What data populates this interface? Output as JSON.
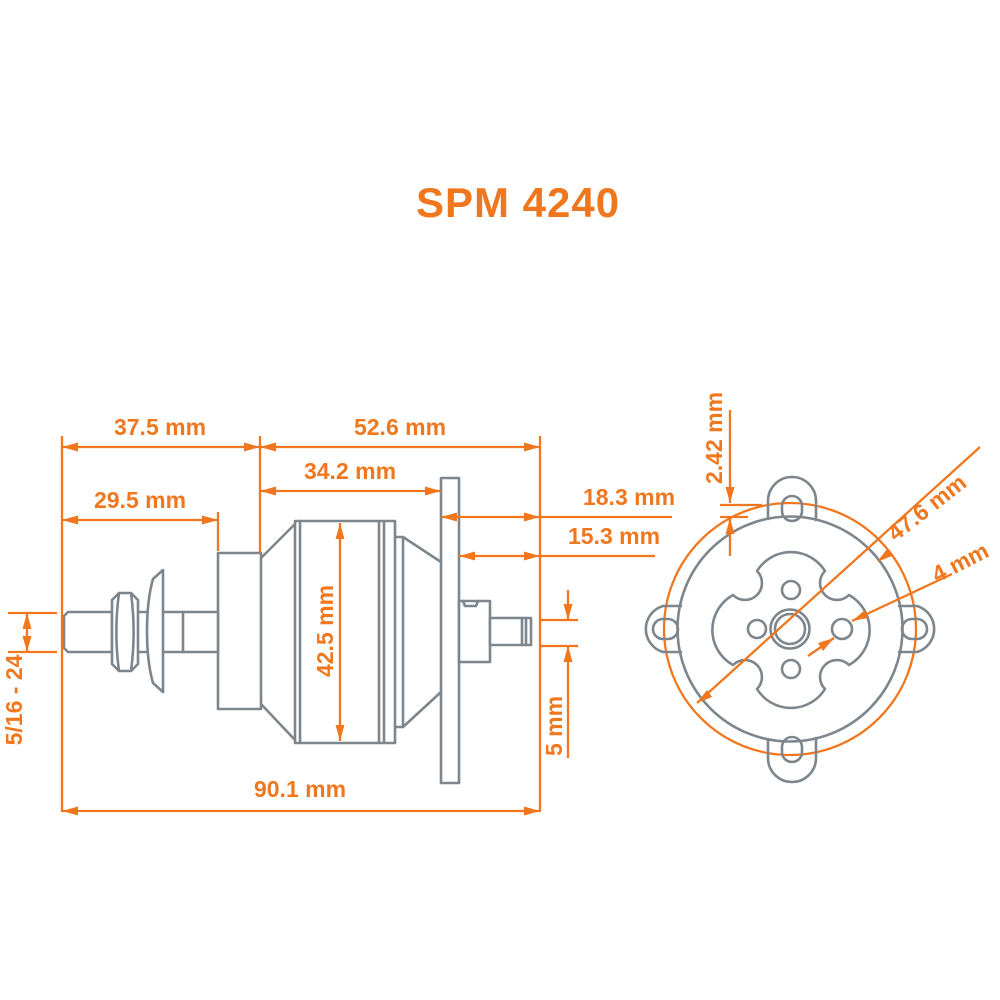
{
  "title": "SPM 4240",
  "colors": {
    "accent_orange": "#F1771F",
    "drawing_gray": "#7D868D",
    "background": "#FFFFFF"
  },
  "side_view": {
    "dims": {
      "front_assembly": "37.5 mm",
      "motor_body": "52.6 mm",
      "bell_length": "34.2 mm",
      "front_shaft": "29.5 mm",
      "rear_overall": "18.3 mm",
      "rear_shaft": "15.3 mm",
      "bell_diameter": "42.5 mm",
      "rear_shaft_diameter": "5 mm",
      "overall_length": "90.1 mm",
      "thread": "5/16 - 24"
    }
  },
  "front_view": {
    "dims": {
      "ring_offset": "2.42 mm",
      "bolt_circle_diameter": "47.6 mm",
      "mount_hole_diameter": "4 mm"
    }
  }
}
